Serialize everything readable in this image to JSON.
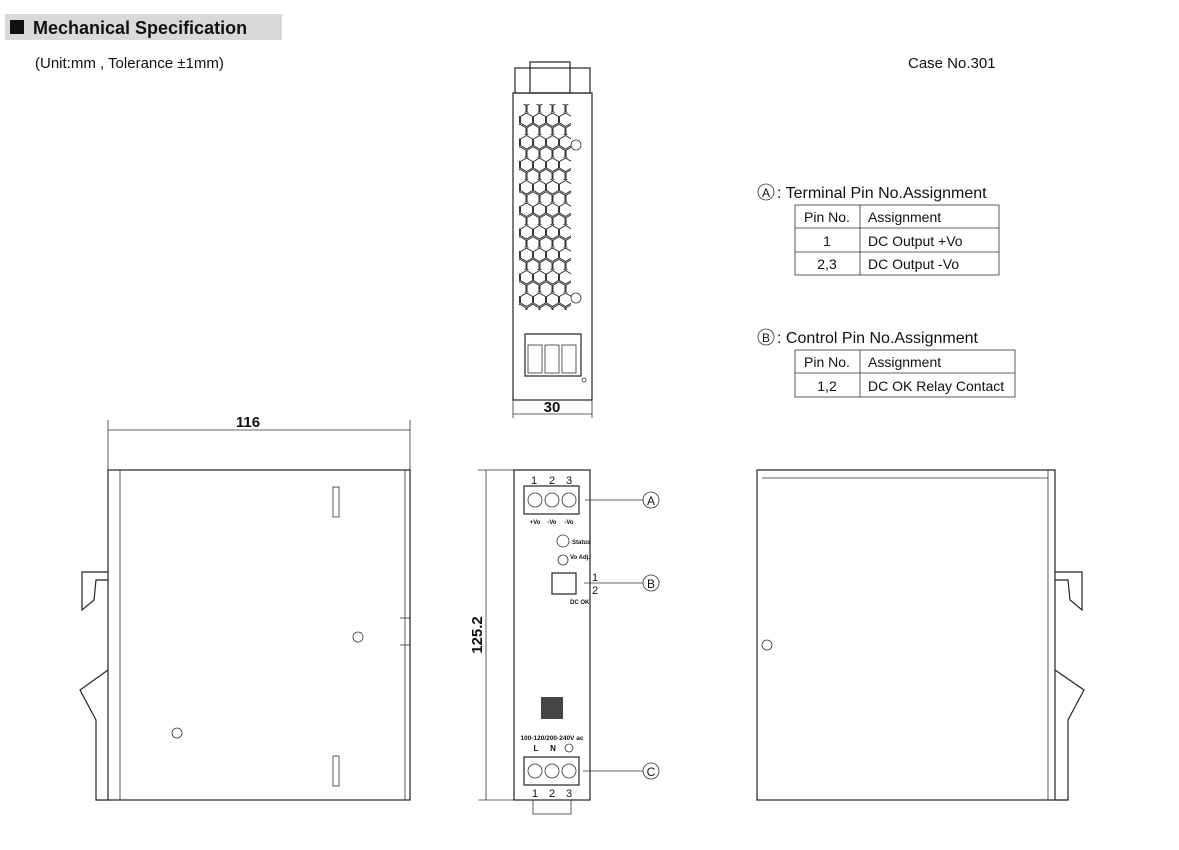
{
  "header": {
    "title": "Mechanical Specification",
    "unit_note": "(Unit:mm , Tolerance ±1mm)",
    "case_no": "Case No.301"
  },
  "dimensions": {
    "width_top": "30",
    "length_side": "116",
    "height_front": "125.2"
  },
  "table_a": {
    "marker": "A",
    "title": ": Terminal Pin No.Assignment",
    "headers": [
      "Pin No.",
      "Assignment"
    ],
    "rows": [
      [
        "1",
        "DC Output +Vo"
      ],
      [
        "2,3",
        "DC Output -Vo"
      ]
    ]
  },
  "table_b": {
    "marker": "B",
    "title": ": Control Pin No.Assignment",
    "headers": [
      "Pin No.",
      "Assignment"
    ],
    "rows": [
      [
        "1,2",
        "DC OK Relay Contact"
      ]
    ]
  },
  "front_panel": {
    "output_pins": [
      "1",
      "2",
      "3"
    ],
    "output_labels": [
      "+Vo",
      "-Vo",
      "-Vo"
    ],
    "status_label": "Status",
    "vo_adj_label": "Vo Adj.",
    "dcok_pins": [
      "1",
      "2"
    ],
    "dcok_label": "DC OK",
    "input_rating": "100-120/200-240V ac",
    "input_labels": [
      "L",
      "N"
    ],
    "input_pins": [
      "1",
      "2",
      "3"
    ],
    "callouts": [
      "A",
      "B",
      "C"
    ]
  }
}
